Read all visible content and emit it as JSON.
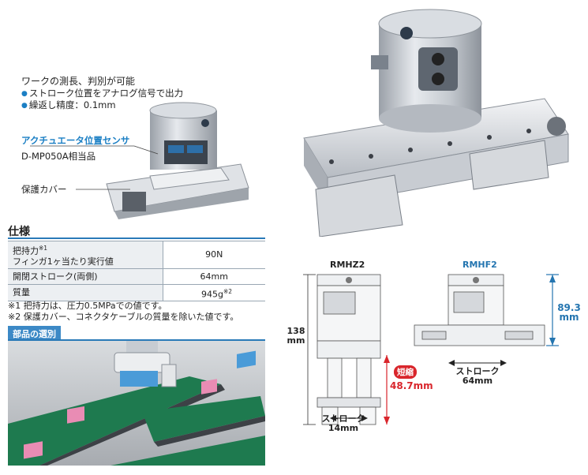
{
  "intro": {
    "heading": "ワークの測長、判別が可能",
    "bullet1": "ストローク位置をアナログ信号で出力",
    "bullet2": "繰返し精度：0.1mm"
  },
  "callouts": {
    "sensor_title": "アクチュエータ位置センサ",
    "sensor_model": "D-MP050A相当品",
    "cover": "保護カバー"
  },
  "spec": {
    "title": "仕様",
    "rows": [
      {
        "label_line1": "把持力",
        "label_sup": "※1",
        "label_line2": "フィンガ1ヶ当たり実行値",
        "value": "90N",
        "value_sup": ""
      },
      {
        "label_line1": "開閉ストローク(両側)",
        "label_sup": "",
        "label_line2": "",
        "value": "64mm",
        "value_sup": ""
      },
      {
        "label_line1": "質量",
        "label_sup": "",
        "label_line2": "",
        "value": "945g",
        "value_sup": "※2"
      }
    ],
    "note1": "※1 把持力は、圧力0.5MPaでの値です。",
    "note2": "※2 保護カバー、コネクタケーブルの質量を除いた値です。"
  },
  "selection_tag": "部品の選別",
  "drawing": {
    "left_model": "RMHZ2",
    "right_model": "RMHF2",
    "height_left_value": "138",
    "height_left_unit": "mm",
    "height_right_value": "89.3",
    "height_right_unit": "mm",
    "short_tag": "短縮",
    "short_value": "48.7mm",
    "stroke_left_label": "ストローク",
    "stroke_left_value": "14mm",
    "stroke_right_label": "ストローク",
    "stroke_right_value": "64mm"
  },
  "colors": {
    "accent_blue": "#1b7fc4",
    "dim_teal": "#2475b0",
    "short_red": "#d9262c"
  }
}
